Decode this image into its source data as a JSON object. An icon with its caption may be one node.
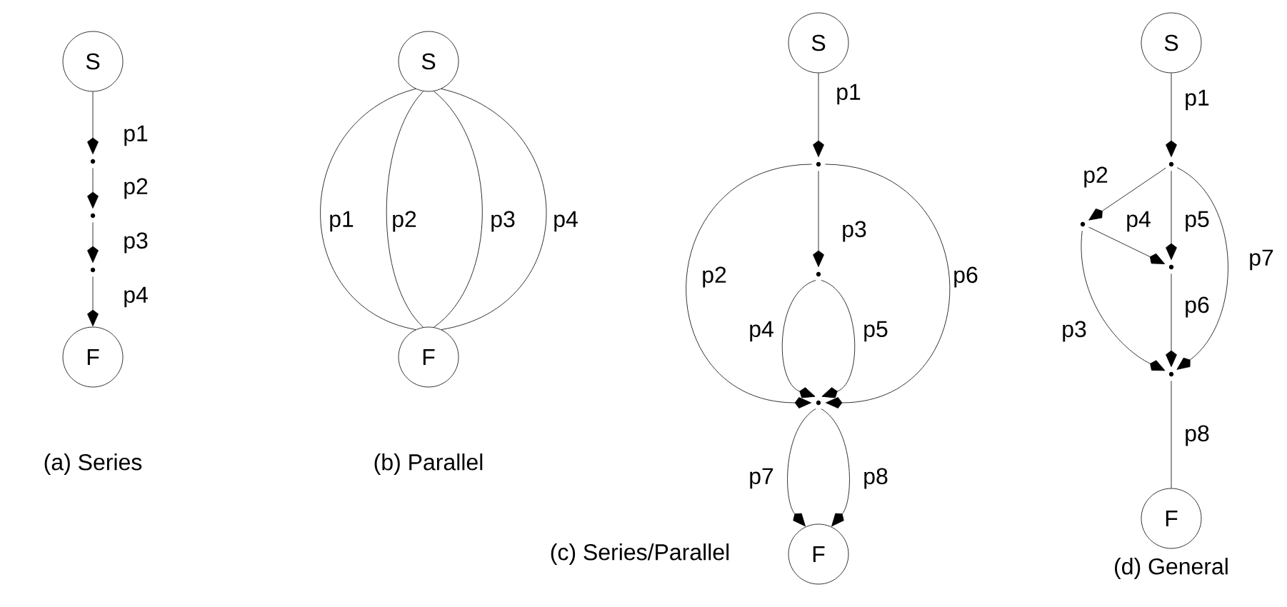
{
  "diagram": {
    "nodes": [
      {
        "text": [
          "S"
        ]
      },
      {
        "text": [],
        "shape": "point"
      },
      {
        "text": [],
        "shape": "point"
      },
      {
        "text": [],
        "shape": "point"
      },
      {
        "text": [
          "F"
        ]
      },
      {
        "text": [
          "S"
        ]
      },
      {
        "text": [
          "F"
        ]
      },
      {
        "text": [
          "S"
        ]
      },
      {
        "text": [],
        "shape": "point"
      },
      {
        "text": [],
        "shape": "point"
      },
      {
        "text": [],
        "shape": "point"
      },
      {
        "text": [
          "F"
        ]
      },
      {
        "text": [
          "S"
        ]
      },
      {
        "text": [],
        "shape": "point"
      },
      {
        "text": [],
        "shape": "point"
      },
      {
        "text": [],
        "shape": "point"
      },
      {
        "text": [],
        "shape": "point"
      },
      {
        "text": [
          "F"
        ]
      }
    ],
    "edges": [
      {
        "from": 0,
        "to": 1,
        "arrow": "to",
        "label": "p1"
      },
      {
        "from": 1,
        "to": 2,
        "arrow": "to",
        "label": "p2"
      },
      {
        "from": 2,
        "to": 3,
        "arrow": "to",
        "label": "p3"
      },
      {
        "from": 3,
        "to": 4,
        "arrow": "to",
        "label": "p4"
      },
      {
        "from": 5,
        "to": 6,
        "arrow": "none",
        "label": "p1"
      },
      {
        "from": 5,
        "to": 6,
        "arrow": "none",
        "label": "p2"
      },
      {
        "from": 5,
        "to": 6,
        "arrow": "none",
        "label": "p3"
      },
      {
        "from": 5,
        "to": 6,
        "arrow": "none",
        "label": "p4"
      },
      {
        "from": 7,
        "to": 8,
        "arrow": "to",
        "label": "p1"
      },
      {
        "from": 8,
        "to": 10,
        "arrow": "to",
        "label": "p2"
      },
      {
        "from": 8,
        "to": 9,
        "arrow": "to",
        "label": "p3"
      },
      {
        "from": 9,
        "to": 10,
        "arrow": "to",
        "label": "p4"
      },
      {
        "from": 9,
        "to": 10,
        "arrow": "to",
        "label": "p5"
      },
      {
        "from": 8,
        "to": 10,
        "arrow": "to",
        "label": "p6"
      },
      {
        "from": 10,
        "to": 11,
        "arrow": "to",
        "label": "p7"
      },
      {
        "from": 10,
        "to": 11,
        "arrow": "to",
        "label": "p8"
      },
      {
        "from": 12,
        "to": 13,
        "arrow": "to",
        "label": "p1"
      },
      {
        "from": 13,
        "to": 14,
        "arrow": "to",
        "label": "p2"
      },
      {
        "from": 14,
        "to": 16,
        "arrow": "to",
        "label": "p3"
      },
      {
        "from": 14,
        "to": 15,
        "arrow": "to",
        "label": "p4"
      },
      {
        "from": 13,
        "to": 15,
        "arrow": "to",
        "label": "p5"
      },
      {
        "from": 15,
        "to": 16,
        "arrow": "to",
        "label": "p6"
      },
      {
        "from": 13,
        "to": 16,
        "arrow": "to",
        "label": "p7"
      },
      {
        "from": 16,
        "to": 17,
        "arrow": "none",
        "label": "p8"
      }
    ],
    "labels": [
      "(a) Series",
      "(b) Parallel",
      "(c) Series/Parallel",
      "(d) General"
    ]
  }
}
